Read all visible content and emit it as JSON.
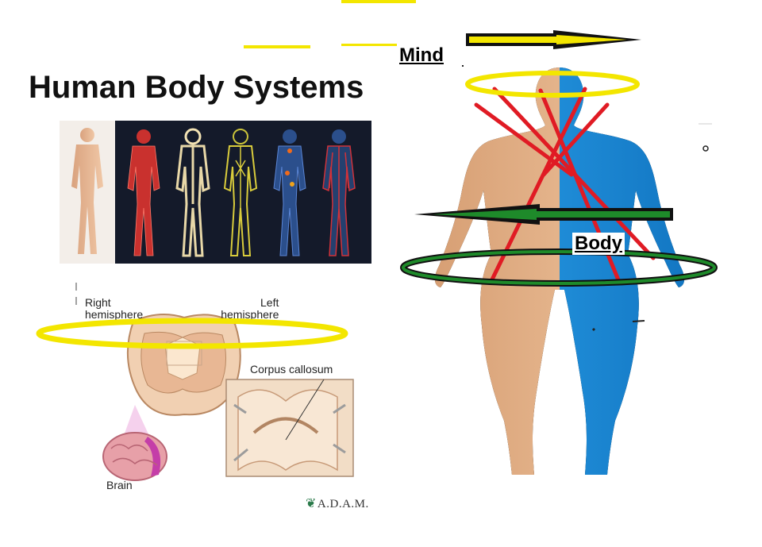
{
  "title": "Human Body Systems",
  "labels": {
    "right_hemisphere_line1": "Right",
    "right_hemisphere_line2": "hemisphere",
    "left_hemisphere_line1": "Left",
    "left_hemisphere_line2": "hemisphere",
    "corpus_callosum": "Corpus callosum",
    "brain": "Brain",
    "mind": "Mind",
    "body": "Body",
    "logo": "A.D.A.M."
  },
  "icons": {
    "logo_mark": "adam-leaf-icon"
  },
  "colors": {
    "yellow": "#f3e600",
    "green": "#1e8a2a",
    "red": "#e01b24",
    "skin": "#e7b48a",
    "blue": "#1f8fd8",
    "dark_panel": "#141a2a"
  }
}
